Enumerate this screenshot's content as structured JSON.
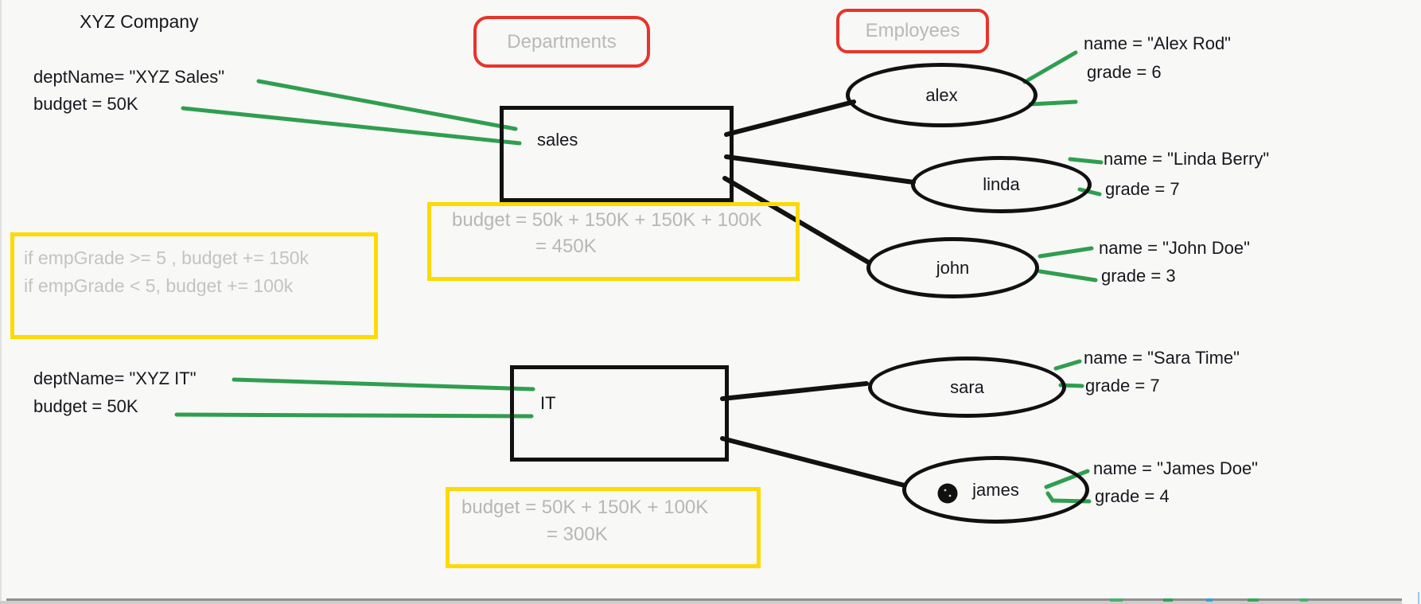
{
  "canvas_title": "XYZ Company",
  "colors": {
    "bg": "#f8f8f6",
    "ink": "#17171f",
    "green": "#2f9e4f",
    "red": "#e8342b",
    "yellow": "#ffd903",
    "gray-note": "#b7b7b7",
    "gray-rule": "#c3c3c3",
    "gray-pill": "#b9b9b9"
  },
  "headers": {
    "departments": "Departments",
    "employees": "Employees"
  },
  "rules_note": {
    "line1": "if empGrade >= 5 , budget += 150k",
    "line2": "if empGrade < 5, budget += 100k"
  },
  "departments": [
    {
      "id": "sales",
      "label": "sales",
      "attributes": [
        "deptName= \"XYZ Sales\"",
        "budget = 50K"
      ],
      "budget_note": {
        "line1": "budget = 50k + 150K + 150K + 100K",
        "line2": "= 450K"
      },
      "employees": [
        {
          "id": "alex",
          "label": "alex",
          "name_label": "name = \"Alex Rod\"",
          "grade_label": "grade = 6"
        },
        {
          "id": "linda",
          "label": "linda",
          "name_label": "name = \"Linda Berry\"",
          "grade_label": "grade = 7"
        },
        {
          "id": "john",
          "label": "john",
          "name_label": "name = \"John Doe\"",
          "grade_label": "grade = 3"
        }
      ]
    },
    {
      "id": "it",
      "label": "IT",
      "attributes": [
        "deptName= \"XYZ IT\"",
        "budget = 50K"
      ],
      "budget_note": {
        "line1": "budget = 50K + 150K + 100K",
        "line2": "= 300K"
      },
      "employees": [
        {
          "id": "sara",
          "label": "sara",
          "name_label": "name = \"Sara Time\"",
          "grade_label": "grade = 7"
        },
        {
          "id": "james",
          "label": "james",
          "name_label": "name = \"James Doe\"",
          "grade_label": "grade = 4"
        }
      ]
    }
  ]
}
